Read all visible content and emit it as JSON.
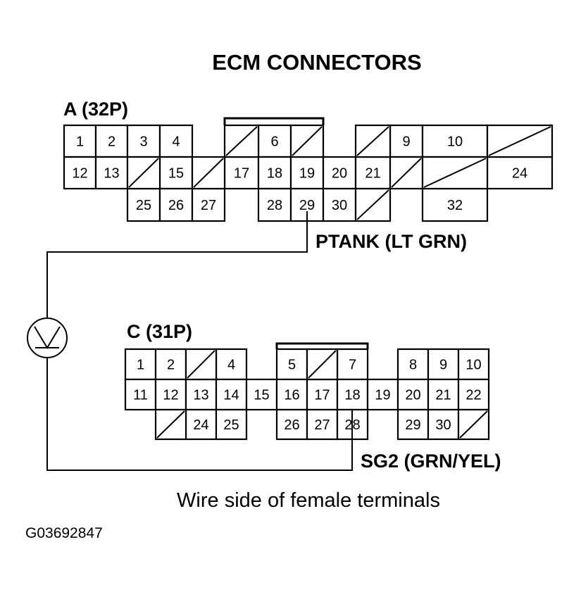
{
  "title": "ECM CONNECTORS",
  "connectors": {
    "a": {
      "name": "A (32P)",
      "pins": [
        "1",
        "2",
        "3",
        "4",
        "6",
        "9",
        "10",
        "12",
        "13",
        "15",
        "17",
        "18",
        "19",
        "20",
        "21",
        "24",
        "25",
        "26",
        "27",
        "28",
        "29",
        "30",
        "32"
      ]
    },
    "c": {
      "name": "C (31P)",
      "pins": [
        "1",
        "2",
        "4",
        "5",
        "7",
        "8",
        "9",
        "10",
        "11",
        "12",
        "13",
        "14",
        "15",
        "16",
        "17",
        "18",
        "19",
        "20",
        "21",
        "22",
        "24",
        "25",
        "26",
        "27",
        "28",
        "29",
        "30"
      ]
    }
  },
  "wires": {
    "a": "PTANK (LT GRN)",
    "c": "SG2 (GRN/YEL)"
  },
  "meter": {
    "icon": "voltmeter-icon",
    "symbol": "V"
  },
  "caption": "Wire side of female terminals",
  "figure_id": "G03692847"
}
